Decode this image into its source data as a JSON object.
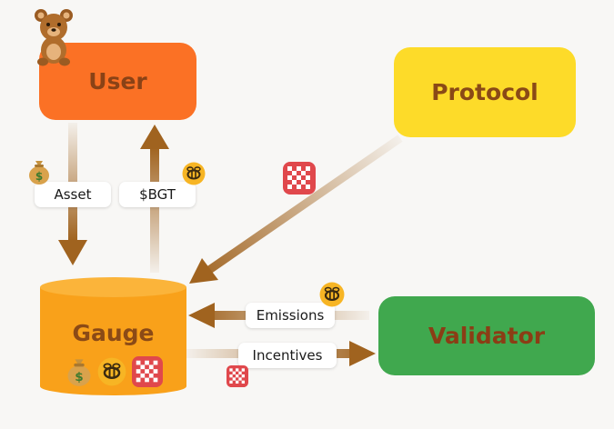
{
  "nodes": {
    "user": "User",
    "protocol": "Protocol",
    "gauge": "Gauge",
    "validator": "Validator"
  },
  "edges": {
    "asset": "Asset",
    "bgt": "$BGT",
    "emissions": "Emissions",
    "incentives": "Incentives"
  },
  "icons": {
    "mascot": "bear-mascot-icon",
    "money": "money-bag-icon",
    "bgt_token": "bee-token-icon",
    "incentive_token": "checker-token-icon"
  },
  "colors": {
    "user": "#fb7125",
    "protocol": "#fddb29",
    "gauge": "#f9a11a",
    "validator": "#40a84e",
    "arrow": "#a0631f"
  }
}
